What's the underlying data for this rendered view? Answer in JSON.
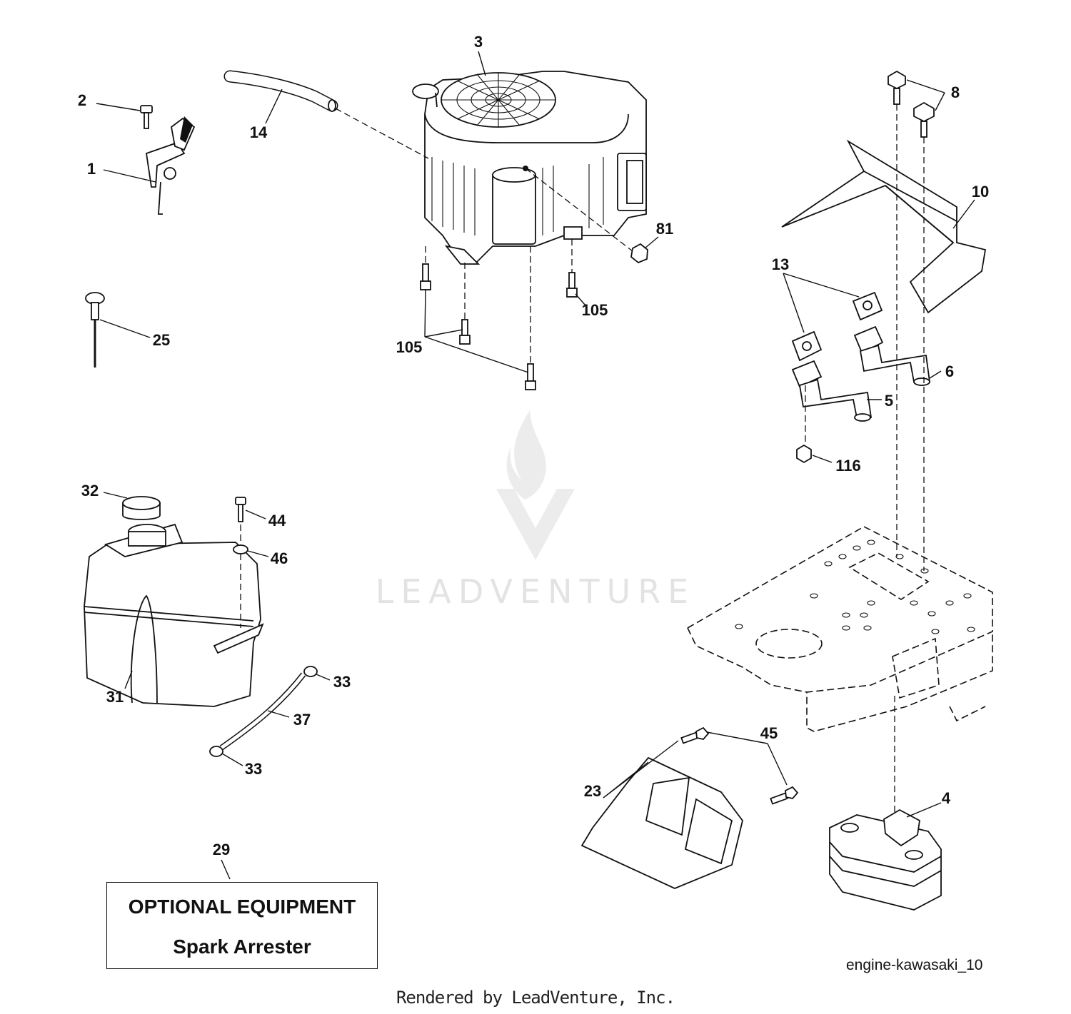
{
  "labels": [
    {
      "id": "1",
      "text": "1"
    },
    {
      "id": "2",
      "text": "2"
    },
    {
      "id": "3",
      "text": "3"
    },
    {
      "id": "4",
      "text": "4"
    },
    {
      "id": "5",
      "text": "5"
    },
    {
      "id": "6",
      "text": "6"
    },
    {
      "id": "8",
      "text": "8"
    },
    {
      "id": "10",
      "text": "10"
    },
    {
      "id": "13",
      "text": "13"
    },
    {
      "id": "14",
      "text": "14"
    },
    {
      "id": "23",
      "text": "23"
    },
    {
      "id": "25",
      "text": "25"
    },
    {
      "id": "29",
      "text": "29"
    },
    {
      "id": "31",
      "text": "31"
    },
    {
      "id": "32",
      "text": "32"
    },
    {
      "id": "33a",
      "text": "33"
    },
    {
      "id": "33b",
      "text": "33"
    },
    {
      "id": "37",
      "text": "37"
    },
    {
      "id": "44",
      "text": "44"
    },
    {
      "id": "45",
      "text": "45"
    },
    {
      "id": "46",
      "text": "46"
    },
    {
      "id": "81",
      "text": "81"
    },
    {
      "id": "105a",
      "text": "105"
    },
    {
      "id": "105b",
      "text": "105"
    },
    {
      "id": "116",
      "text": "116"
    }
  ],
  "optional_box": {
    "title": "OPTIONAL EQUIPMENT",
    "subtitle": "Spark Arrester"
  },
  "diagram_id": "engine-kawasaki_10",
  "footer": "Rendered by LeadVenture, Inc.",
  "watermark": "LEADVENTURE"
}
